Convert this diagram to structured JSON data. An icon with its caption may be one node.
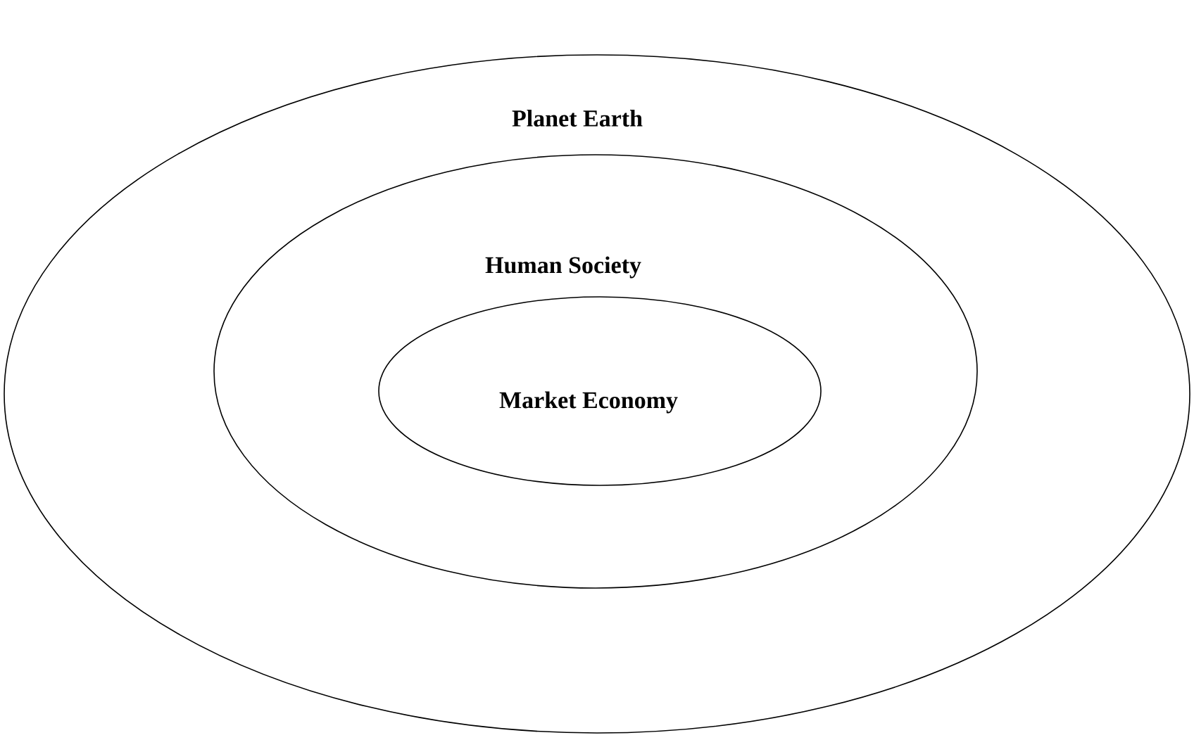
{
  "diagram": {
    "nodes": [
      {
        "text": [
          "Planet Earth"
        ]
      },
      {
        "text": [
          "Human Society"
        ],
        "in": 0
      },
      {
        "text": [
          "Market Economy"
        ],
        "in": 1
      }
    ]
  }
}
